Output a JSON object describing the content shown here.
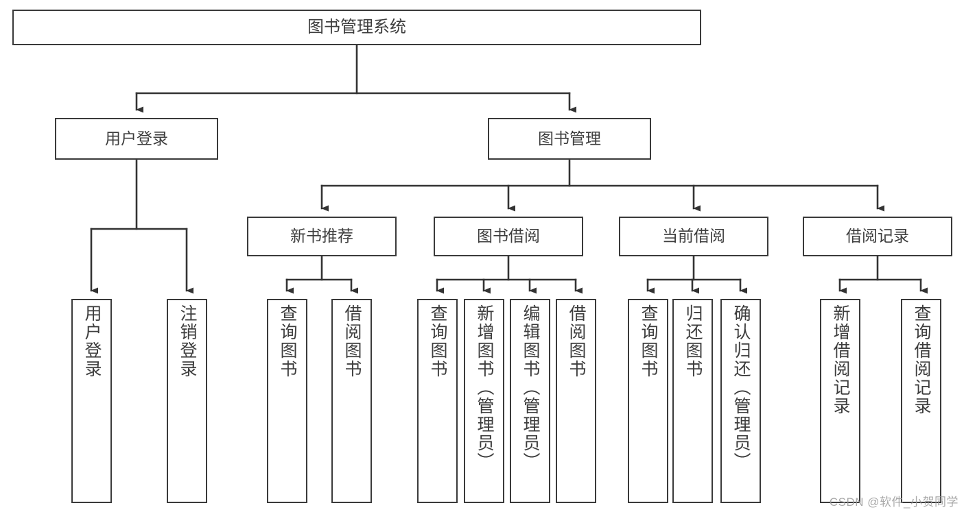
{
  "diagram": {
    "title": "图书管理系统",
    "type": "tree-hierarchy",
    "colors": {
      "background": "#ffffff",
      "box_border": "#3a3a3a",
      "box_fill": "#ffffff",
      "text": "#3d3d3d",
      "connector": "#333333",
      "watermark": "#9a9a9a"
    },
    "root": {
      "label": "图书管理系统"
    },
    "level2": [
      {
        "label": "用户登录"
      },
      {
        "label": "图书管理"
      }
    ],
    "level3": [
      {
        "label": "新书推荐"
      },
      {
        "label": "图书借阅"
      },
      {
        "label": "当前借阅"
      },
      {
        "label": "借阅记录"
      }
    ],
    "leaves": {
      "user_login": [
        {
          "label": "用户登录"
        },
        {
          "label": "注销登录"
        }
      ],
      "new_book_recommend": [
        {
          "label": "查询图书"
        },
        {
          "label": "借阅图书"
        }
      ],
      "book_borrow": [
        {
          "label": "查询图书"
        },
        {
          "label": "新增图书（管理员）"
        },
        {
          "label": "编辑图书（管理员）"
        },
        {
          "label": "借阅图书"
        }
      ],
      "current_borrow": [
        {
          "label": "查询图书"
        },
        {
          "label": "归还图书"
        },
        {
          "label": "确认归还（管理员）"
        }
      ],
      "borrow_records": [
        {
          "label": "新增借阅记录"
        },
        {
          "label": "查询借阅记录"
        }
      ]
    }
  },
  "watermark": {
    "text": "CSDN @软件_小贺同学"
  }
}
